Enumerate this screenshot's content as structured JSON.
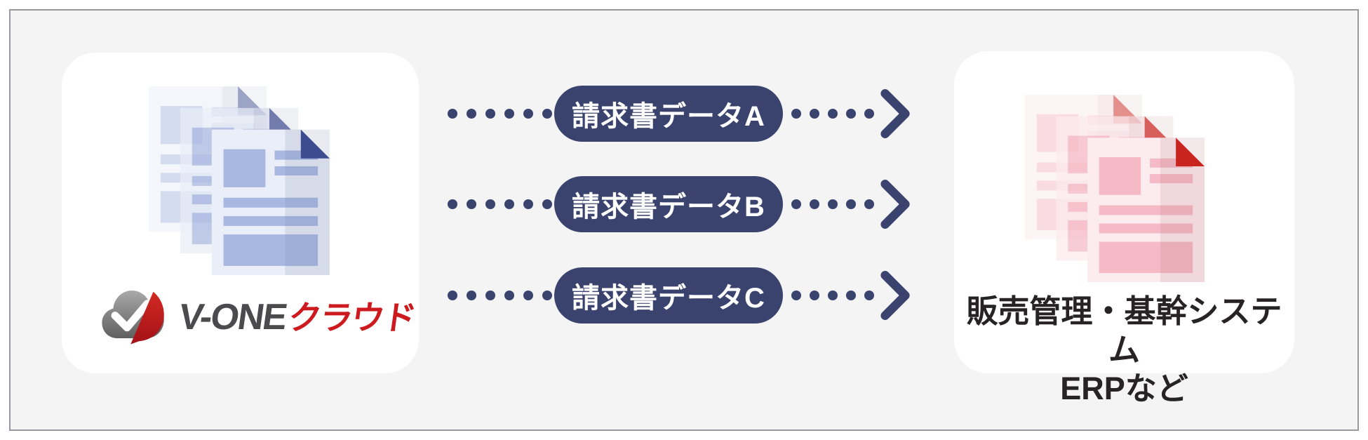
{
  "diagram": {
    "source": {
      "icon": "blue-invoice-documents-stack-icon",
      "logo": {
        "icon": "cloud-checkmark-icon",
        "brand": "V-ONE",
        "brand_suffix": "クラウド"
      }
    },
    "flows": [
      {
        "label": "請求書データA"
      },
      {
        "label": "請求書データB"
      },
      {
        "label": "請求書データC"
      }
    ],
    "target": {
      "icon": "pink-invoice-documents-stack-icon",
      "label_line1": "販売管理・基幹システム",
      "label_line2": "ERPなど"
    },
    "colors": {
      "background": "#f4f4f5",
      "frame_border": "#97999e",
      "card": "#ffffff",
      "pill_navy": "#3a426e",
      "pill_text": "#ffffff",
      "blue_doc_body": "#eaeef8",
      "blue_doc_bar": "#a9b8e0",
      "blue_doc_fold": "#3c4c8e",
      "pink_doc_body": "#fcebef",
      "pink_doc_bar": "#f5bac6",
      "pink_doc_fold": "#c9241e",
      "logo_gray": "#4b4b4d",
      "logo_red": "#cd1a1f",
      "target_text": "#272325"
    }
  }
}
